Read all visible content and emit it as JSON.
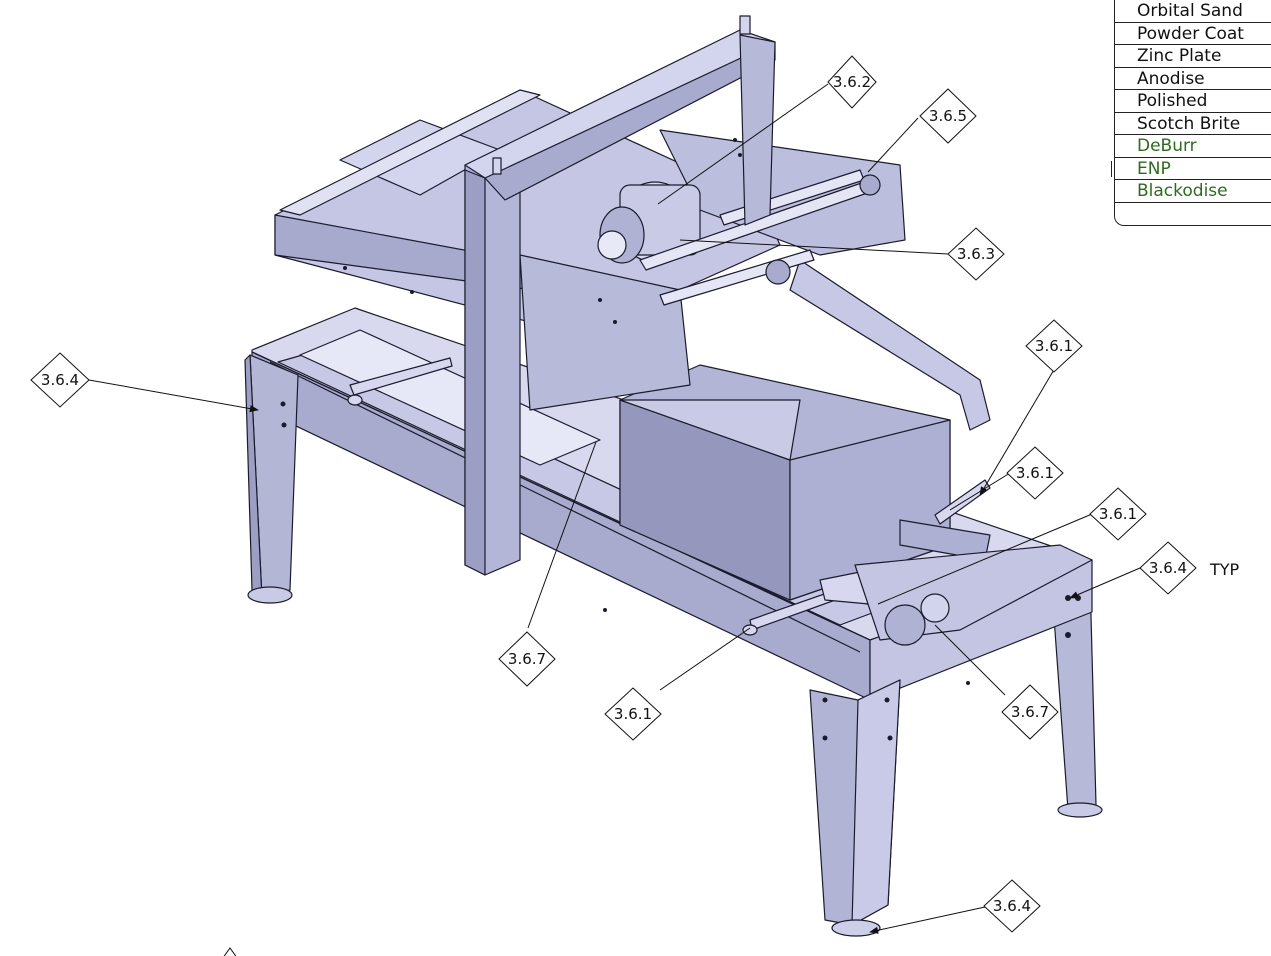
{
  "finish_table": {
    "rows": [
      {
        "label": "Orbital Sand",
        "color": "#111111"
      },
      {
        "label": "Powder Coat",
        "color": "#111111"
      },
      {
        "label": "Zinc Plate",
        "color": "#111111"
      },
      {
        "label": "Anodise",
        "color": "#111111"
      },
      {
        "label": "Polished",
        "color": "#111111"
      },
      {
        "label": "Scotch Brite",
        "color": "#111111"
      },
      {
        "label": "DeBurr",
        "color": "#2e6b1f"
      },
      {
        "label": "ENP",
        "color": "#2e6b1f"
      },
      {
        "label": "Blackodise",
        "color": "#2e6b1f"
      }
    ]
  },
  "balloons": {
    "b1": "3.6.2",
    "b2": "3.6.5",
    "b3": "3.6.3",
    "b4": "3.6.4",
    "b5": "3.6.1",
    "b6": "3.6.1",
    "b7": "3.6.1",
    "b8": "3.6.4",
    "b9": "3.6.7",
    "b10": "3.6.1",
    "b11": "3.6.7",
    "b12": "3.6.4"
  },
  "typ_label": "TYP",
  "colors": {
    "steel": "#c9cbe6",
    "steel_dark": "#8e90b3",
    "steel_light": "#e2e3f4",
    "outline": "#1b1b2e"
  }
}
